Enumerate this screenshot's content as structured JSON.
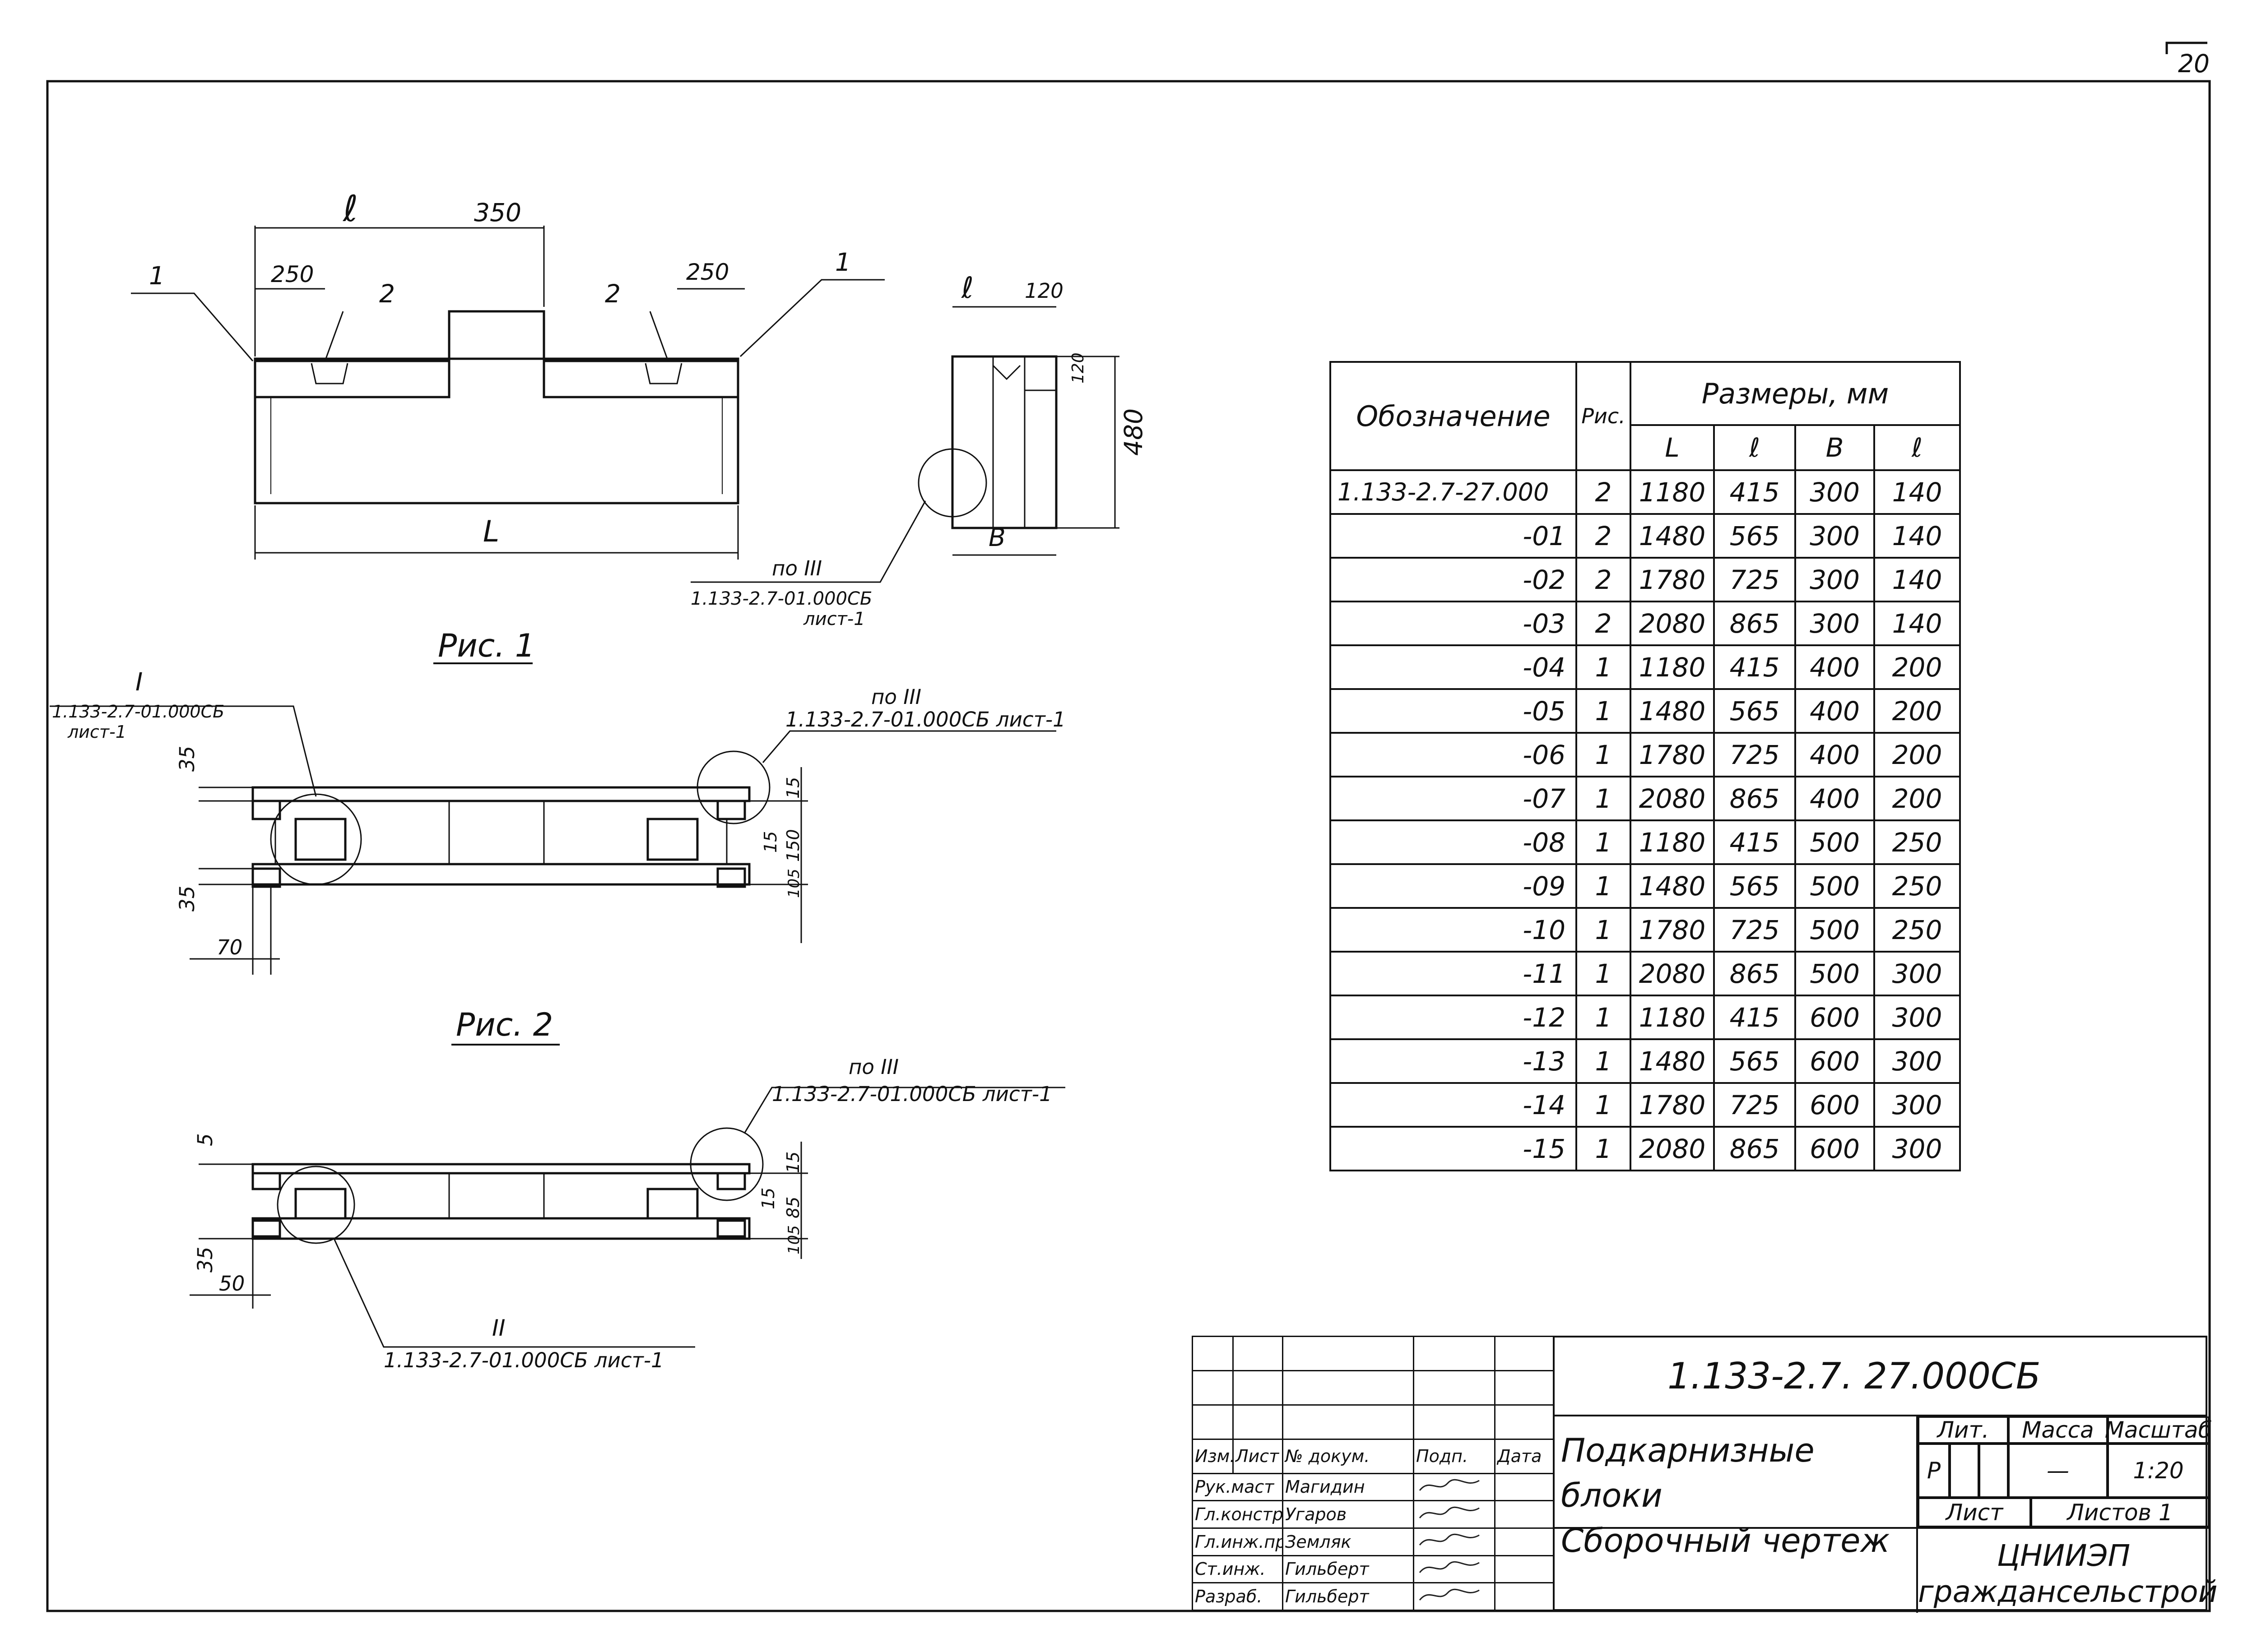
{
  "corner_mark": "20",
  "figures": {
    "fig1_label": "Рис. 1",
    "fig2_label": "Рис. 2",
    "top_view": {
      "dim_l": "ℓ",
      "dim_350": "350",
      "dim_250_left": "250",
      "dim_250_right": "250",
      "dim_L": "L",
      "mark_1_left": "1",
      "mark_1_right": "1",
      "mark_2_left": "2",
      "mark_2_right": "2",
      "ref_label": "по III",
      "ref_doc": "1.133-2.7-01.000СБ",
      "ref_sheet": "лист-1"
    },
    "side_view": {
      "dim_b_small": "ℓ",
      "dim_120_top": "120",
      "dim_120_side": "120",
      "dim_480": "480",
      "dim_B": "B"
    },
    "fig1": {
      "callout_I": "I",
      "callout_I_doc": "1.133-2.7-01.000СБ",
      "callout_I_sheet": "лист-1",
      "callout_III": "по III",
      "callout_III_doc": "1.133-2.7-01.000СБ лист-1",
      "dim_35_top": "35",
      "dim_35_bottom": "35",
      "dim_70": "70",
      "dim_15_a": "15",
      "dim_15_b": "15",
      "dim_150": "150",
      "dim_105": "105"
    },
    "fig2": {
      "callout_III": "по III",
      "callout_III_doc": "1.133-2.7-01.000СБ лист-1",
      "callout_II": "II",
      "callout_II_doc": "1.133-2.7-01.000СБ лист-1",
      "dim_5": "5",
      "dim_35": "35",
      "dim_50": "50",
      "dim_15_a": "15",
      "dim_15_b": "15",
      "dim_85": "85",
      "dim_105": "105"
    }
  },
  "sizes_table": {
    "col_designation": "Обозначение",
    "col_fig": "Рис.",
    "col_group": "Размеры, мм",
    "sub_L": "L",
    "sub_l": "ℓ",
    "sub_B": "B",
    "sub_b": "ℓ",
    "rows": [
      {
        "code": "1.133-2.7-27.000",
        "fig": "2",
        "L": "1180",
        "l": "415",
        "B": "300",
        "b": "140"
      },
      {
        "code": "-01",
        "fig": "2",
        "L": "1480",
        "l": "565",
        "B": "300",
        "b": "140"
      },
      {
        "code": "-02",
        "fig": "2",
        "L": "1780",
        "l": "725",
        "B": "300",
        "b": "140"
      },
      {
        "code": "-03",
        "fig": "2",
        "L": "2080",
        "l": "865",
        "B": "300",
        "b": "140"
      },
      {
        "code": "-04",
        "fig": "1",
        "L": "1180",
        "l": "415",
        "B": "400",
        "b": "200"
      },
      {
        "code": "-05",
        "fig": "1",
        "L": "1480",
        "l": "565",
        "B": "400",
        "b": "200"
      },
      {
        "code": "-06",
        "fig": "1",
        "L": "1780",
        "l": "725",
        "B": "400",
        "b": "200"
      },
      {
        "code": "-07",
        "fig": "1",
        "L": "2080",
        "l": "865",
        "B": "400",
        "b": "200"
      },
      {
        "code": "-08",
        "fig": "1",
        "L": "1180",
        "l": "415",
        "B": "500",
        "b": "250"
      },
      {
        "code": "-09",
        "fig": "1",
        "L": "1480",
        "l": "565",
        "B": "500",
        "b": "250"
      },
      {
        "code": "-10",
        "fig": "1",
        "L": "1780",
        "l": "725",
        "B": "500",
        "b": "250"
      },
      {
        "code": "-11",
        "fig": "1",
        "L": "2080",
        "l": "865",
        "B": "500",
        "b": "300"
      },
      {
        "code": "-12",
        "fig": "1",
        "L": "1180",
        "l": "415",
        "B": "600",
        "b": "300"
      },
      {
        "code": "-13",
        "fig": "1",
        "L": "1480",
        "l": "565",
        "B": "600",
        "b": "300"
      },
      {
        "code": "-14",
        "fig": "1",
        "L": "1780",
        "l": "725",
        "B": "600",
        "b": "300"
      },
      {
        "code": "-15",
        "fig": "1",
        "L": "2080",
        "l": "865",
        "B": "600",
        "b": "300"
      }
    ]
  },
  "title_block": {
    "doc_code": "1.133-2.7. 27.000СБ",
    "title_line1": "Подкарнизные блоки",
    "title_line2": "Сборочный чертеж",
    "lit_label": "Лит.",
    "mass_label": "Масса",
    "scale_label": "Масштаб",
    "lit_value": "Р",
    "mass_value": "—",
    "scale_value": "1:20",
    "sheet_label": "Лист",
    "sheets_label": "Листов 1",
    "org_line1": "ЦНИИЭП",
    "org_line2": "граждансельстрой",
    "header": {
      "izm": "Изм.",
      "list": "Лист",
      "doc": "№ докум.",
      "sign": "Подп.",
      "date": "Дата"
    },
    "staff": [
      {
        "role": "Рук.маст",
        "name": "Магидин"
      },
      {
        "role": "Гл.конструк",
        "name": "Угаров"
      },
      {
        "role": "Гл.инж.пр.",
        "name": "Земляк"
      },
      {
        "role": "Ст.инж.",
        "name": "Гильберт"
      },
      {
        "role": "Разраб.",
        "name": "Гильберт"
      }
    ]
  }
}
